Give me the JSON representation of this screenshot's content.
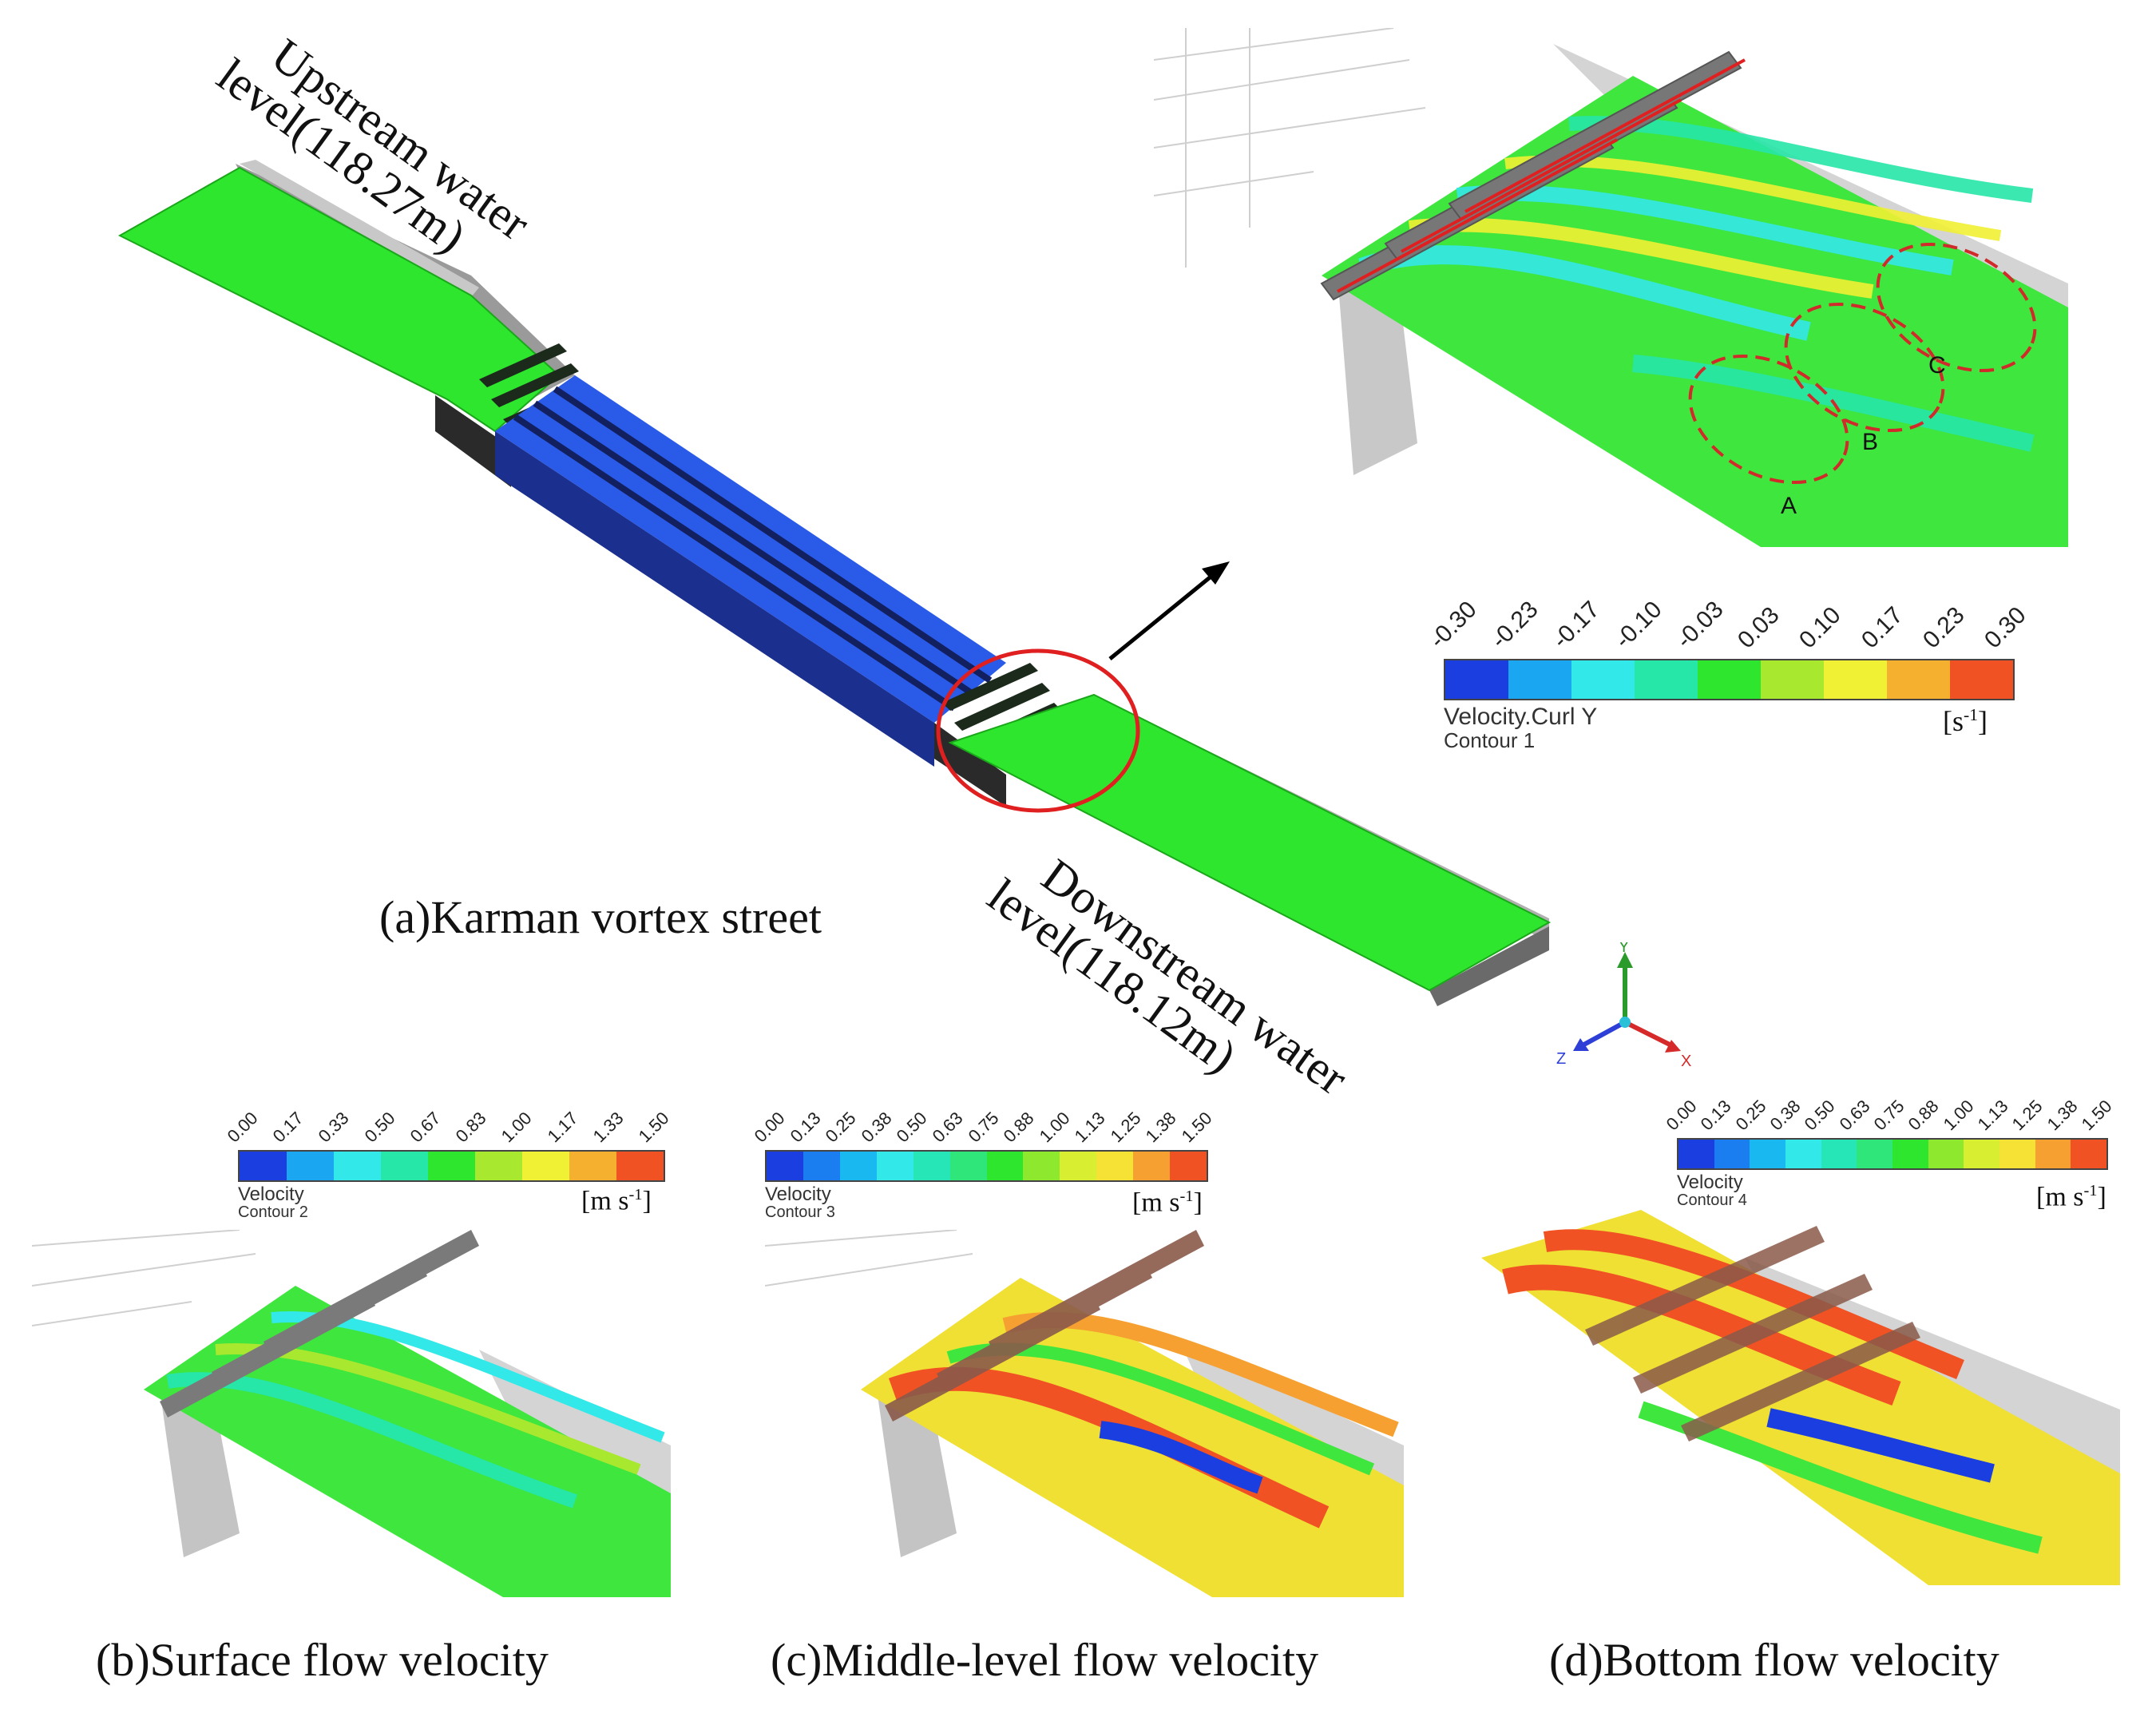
{
  "panel_a": {
    "caption": "(a)Karman vortex street",
    "upstream_label": [
      "Upstream water",
      "level(118.27m)"
    ],
    "downstream_label": [
      "Downstream water",
      "level(118.12m)"
    ]
  },
  "inset": {
    "markers": [
      "A",
      "B",
      "C"
    ]
  },
  "colorbar_curl": {
    "title": "Velocity.Curl Y",
    "subtitle": "Contour 1",
    "unit": "[s",
    "unit_sup": "-1",
    "unit_end": "]",
    "ticks": [
      "-0.30",
      "-0.23",
      "-0.17",
      "-0.10",
      "-0.03",
      "0.03",
      "0.10",
      "0.17",
      "0.23",
      "0.30"
    ],
    "colors": [
      "#1a3ee0",
      "#1aa6f0",
      "#33e8e8",
      "#26e6a8",
      "#2ee62e",
      "#a8e82e",
      "#f0f034",
      "#f5b030",
      "#f05224"
    ]
  },
  "axes_triad": {
    "labels": [
      "Y",
      "Z",
      "X"
    ],
    "colors": {
      "y": "#2a9a2a",
      "z": "#2d3fd6",
      "x": "#d62a2a"
    }
  },
  "colorbar_b": {
    "title": "Velocity",
    "subtitle": "Contour 2",
    "unit": "[m s",
    "unit_sup": "-1",
    "unit_end": "]",
    "ticks": [
      "0.00",
      "0.17",
      "0.33",
      "0.50",
      "0.67",
      "0.83",
      "1.00",
      "1.17",
      "1.33",
      "1.50"
    ],
    "colors": [
      "#1a3ee0",
      "#1aa6f0",
      "#33e8e8",
      "#26e6a8",
      "#2ee62e",
      "#a8e82e",
      "#f0f034",
      "#f5b030",
      "#f05224"
    ]
  },
  "colorbar_c": {
    "title": "Velocity",
    "subtitle": "Contour 3",
    "unit": "[m s",
    "unit_sup": "-1",
    "unit_end": "]",
    "ticks": [
      "0.00",
      "0.13",
      "0.25",
      "0.38",
      "0.50",
      "0.63",
      "0.75",
      "0.88",
      "1.00",
      "1.13",
      "1.25",
      "1.38",
      "1.50"
    ],
    "colors": [
      "#1a3ee0",
      "#1a7ef0",
      "#1ab8f0",
      "#33e8e8",
      "#26e6b8",
      "#2ee67a",
      "#2ee62e",
      "#8ee82e",
      "#d8ee30",
      "#f5e234",
      "#f5a030",
      "#f05224"
    ]
  },
  "colorbar_d": {
    "title": "Velocity",
    "subtitle": "Contour 4",
    "unit": "[m s",
    "unit_sup": "-1",
    "unit_end": "]",
    "ticks": [
      "0.00",
      "0.13",
      "0.25",
      "0.38",
      "0.50",
      "0.63",
      "0.75",
      "0.88",
      "1.00",
      "1.13",
      "1.25",
      "1.38",
      "1.50"
    ],
    "colors": [
      "#1a3ee0",
      "#1a7ef0",
      "#1ab8f0",
      "#33e8e8",
      "#26e6b8",
      "#2ee67a",
      "#2ee62e",
      "#8ee82e",
      "#d8ee30",
      "#f5e234",
      "#f5a030",
      "#f05224"
    ]
  },
  "captions": {
    "b": "(b)Surface flow velocity",
    "c": "(c)Middle-level flow velocity",
    "d": "(d)Bottom flow velocity"
  }
}
